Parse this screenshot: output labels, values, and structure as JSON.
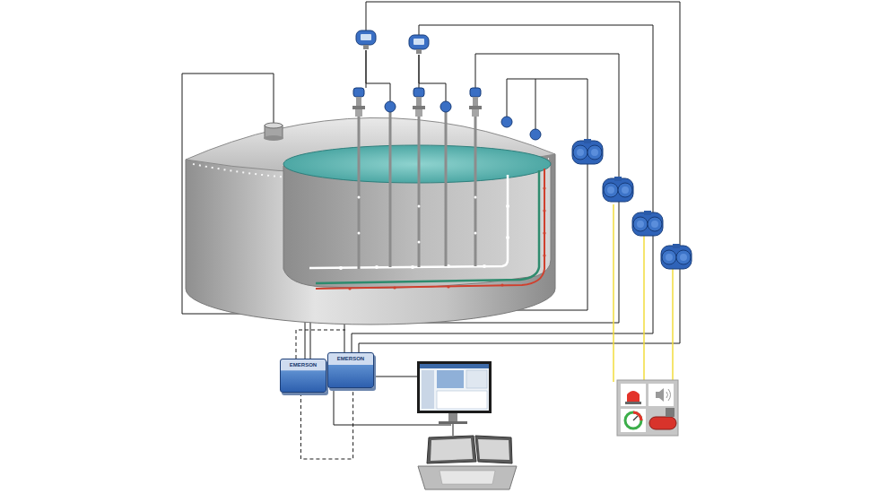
{
  "diagram": {
    "nodes": [
      {
        "text": [
          "EMERSON"
        ]
      },
      {
        "text": [
          "EMERSON"
        ]
      }
    ],
    "edges": [
      {
        "from": 0,
        "to": 1,
        "arrow": "none"
      }
    ]
  }
}
